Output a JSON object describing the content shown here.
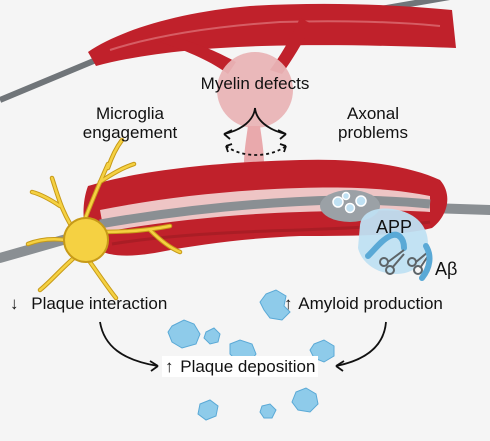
{
  "labels": {
    "myelin_defects": "Myelin defects",
    "microglia_line1": "Microglia",
    "microglia_line2": "engagement",
    "axonal_line1": "Axonal",
    "axonal_line2": "problems",
    "app": "APP",
    "abeta": "Aβ",
    "plaque_interaction": "Plaque interaction",
    "plaque_interaction_arrow": "↓",
    "amyloid_production": "Amyloid production",
    "amyloid_production_arrow": "↑",
    "plaque_deposition": "Plaque deposition",
    "plaque_deposition_arrow": "↑"
  },
  "colors": {
    "myelin_red": "#c0212b",
    "myelin_dark": "#9b1a22",
    "myelin_pink": "#eec5c5",
    "axon_gray": "#8a8f93",
    "microglia_yellow": "#f5d142",
    "microglia_stroke": "#c79a18",
    "app_blue": "#bfe0f2",
    "plaque_blue": "#8ecbea",
    "background": "#f5f5f5"
  }
}
